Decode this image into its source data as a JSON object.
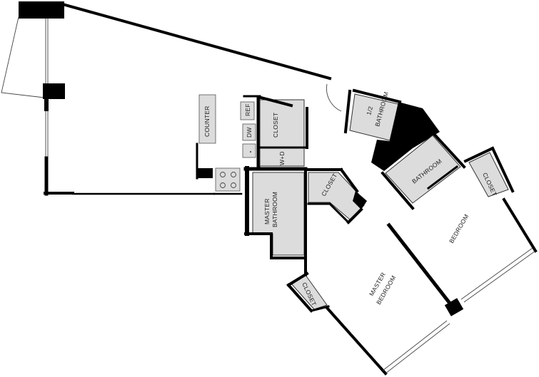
{
  "floorplan": {
    "labels": {
      "counter": "COUNTER",
      "ref": "REF",
      "dw": "DW",
      "closet_kitchen": "CLOSET",
      "wd": "W+D",
      "half_bath_1": "1/2",
      "half_bath_2": "BATHROOM",
      "bathroom": "BATHROOM",
      "closet_bedroom": "CLOSET",
      "bedroom": "BEDROOM",
      "master_bath_1": "MASTER",
      "master_bath_2": "BATHROOM",
      "closet_master_bath": "CLOSET",
      "closet_master_bed": "CLOSET",
      "master_bed_1": "MASTER",
      "master_bed_2": "BEDROOM"
    },
    "colors": {
      "wall": "#000000",
      "fixture_fill": "#dcdcdc",
      "background": "#ffffff"
    }
  }
}
